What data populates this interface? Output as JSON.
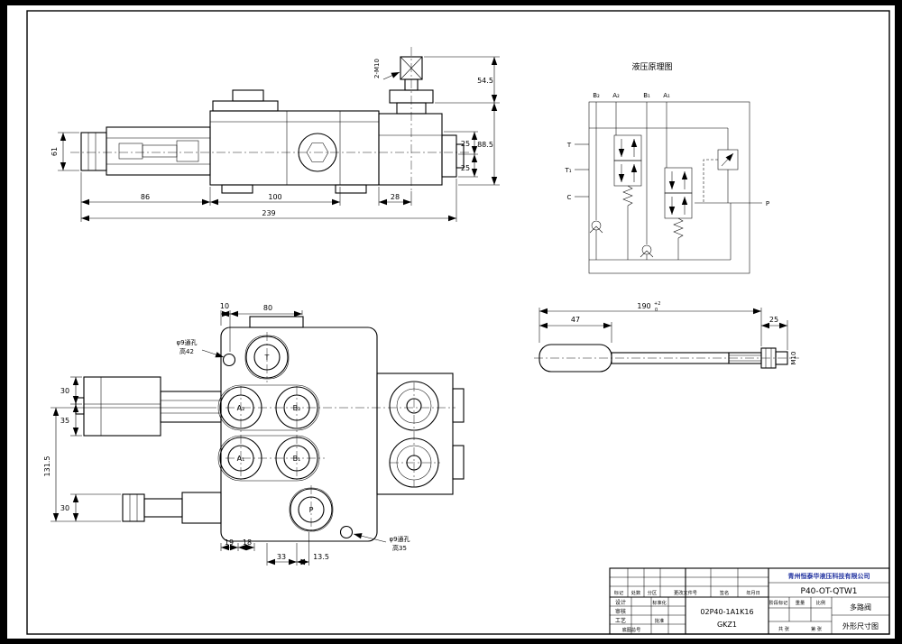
{
  "page": {
    "background": "#000000",
    "sheet": "#ffffff",
    "line_color": "#000000",
    "company_color": "#2233a0"
  },
  "schematic": {
    "title": "液压原理图",
    "ports_top": [
      "B₂",
      "A₂",
      "B₁",
      "A₁"
    ],
    "port_t": "T",
    "port_t1": "T₁",
    "port_c": "C",
    "port_p": "P"
  },
  "side_view": {
    "stud_label": "2-M10",
    "dim_height_left": "61",
    "dim_a": "86",
    "dim_b": "100",
    "dim_c": "28",
    "dim_total": "239",
    "dim_25_upper": "25",
    "dim_25_lower": "25",
    "dim_top_right": "54.5",
    "dim_right_total": "88.5"
  },
  "front_view": {
    "dim_10": "10",
    "dim_80": "80",
    "dim_30_top": "30",
    "dim_35": "35",
    "dim_overall": "131.5",
    "dim_30_bottom": "30",
    "dim_19": "19",
    "dim_18": "18",
    "dim_33": "33",
    "dim_13_5": "13.5",
    "hole_note_top_line1": "φ9通孔",
    "hole_note_top_line2": "高42",
    "hole_note_bottom_line1": "φ9通孔",
    "hole_note_bottom_line2": "高35",
    "ports": {
      "t": "T",
      "a2": "A₂",
      "b2": "B₂",
      "a1": "A₁",
      "b1": "B₁",
      "p": "P"
    }
  },
  "handle_view": {
    "dim_grip": "47",
    "dim_length": "190",
    "tol_upper": "+2",
    "tol_lower": "0",
    "dim_end": "25",
    "thread_label": "M10"
  },
  "title_block": {
    "company": "青州恒泰华液压科技有限公司",
    "model": "P40-OT-QTW1",
    "drawing_no_line1": "02P40-1A1K16",
    "drawing_no_line2": "GKZ1",
    "product_name": "多路阀",
    "drawing_name": "外形尺寸图",
    "labels": {
      "mark": "标记",
      "qty": "处数",
      "zone": "分区",
      "change_doc": "更改文件号",
      "signature": "签名",
      "date": "年月日",
      "design": "设计",
      "check": "审核",
      "craft": "工艺",
      "standardize": "标准化",
      "approve": "批准",
      "stage_mark": "阶段标记",
      "weight": "重量",
      "scale": "比例",
      "sheet_total": "共 张",
      "sheet_index": "第 张",
      "base_drawing_no": "底图总号"
    }
  }
}
